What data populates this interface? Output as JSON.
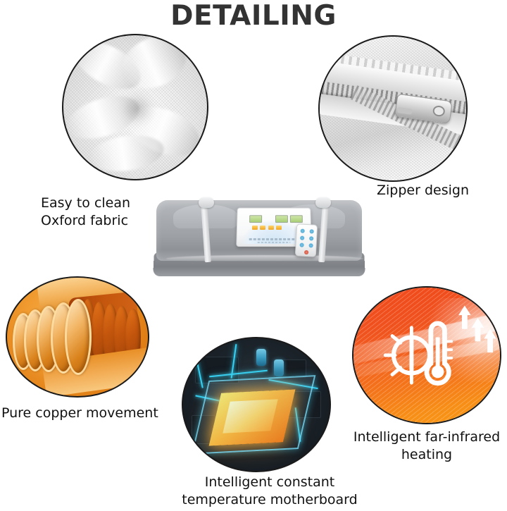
{
  "header": {
    "title": "DETAILING",
    "title_color": "#333333"
  },
  "features": [
    {
      "id": "fabric",
      "icon_name": "oxford-fabric-photo",
      "caption": "Easy to clean\nOxford fabric",
      "caption_align": "left"
    },
    {
      "id": "zipper",
      "icon_name": "zipper-closeup-photo",
      "caption": "Zipper design",
      "caption_align": "left"
    },
    {
      "id": "copper",
      "icon_name": "copper-coil-illustration",
      "caption": "Pure copper movement",
      "caption_align": "left"
    },
    {
      "id": "motherboard",
      "icon_name": "circuit-board-photo",
      "caption": "Intelligent constant\ntemperature motherboard",
      "caption_align": "center"
    },
    {
      "id": "heating",
      "icon_name": "far-infrared-heat-icon",
      "caption": "Intelligent far-infrared\nheating",
      "caption_align": "center"
    }
  ],
  "product": {
    "name": "folded-sauna-blanket",
    "body_color": "#a9acb1",
    "base_color": "#83868b",
    "strap_color": "#eff0f1",
    "panel_color": "#ffffff",
    "remote_name": "remote-control"
  },
  "colors": {
    "background": "#ffffff",
    "text": "#111111",
    "title": "#333333",
    "copper_accent": "#e07f16",
    "heat_accent": "#f4511e",
    "board_accent": "#35d2f5",
    "board_core": "#ffb22e",
    "outline": "#1a1a1a"
  }
}
